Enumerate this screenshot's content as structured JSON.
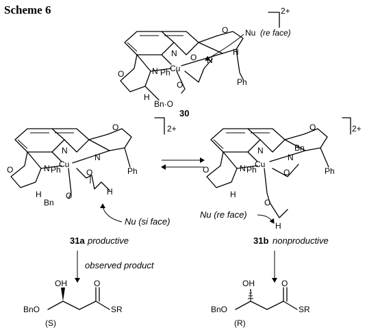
{
  "scheme": {
    "title": "Scheme 6",
    "complex30": {
      "number": "30",
      "charge": "2+",
      "nucleophile": "Nu",
      "face": "(re face)",
      "atoms": {
        "N1": "N",
        "N2": "N",
        "N3": "N",
        "Cu": "Cu",
        "O1": "O",
        "O2": "O",
        "O3": "O",
        "O4": "O",
        "Ph1": "Ph",
        "Ph2": "Ph",
        "BnO": "Bn·O",
        "H1": "H",
        "H2": "H"
      }
    },
    "complex31a": {
      "number": "31a",
      "descriptor": "productive",
      "charge": "2+",
      "nucleophile": "Nu (si face)",
      "atoms": {
        "N1": "N",
        "N2": "N",
        "N3": "N",
        "Cu": "Cu",
        "O1": "O",
        "O2": "O",
        "O3": "O",
        "O4": "O",
        "Ph1": "Ph",
        "Ph2": "Ph",
        "Bn": "Bn",
        "H1": "H",
        "H2": "H"
      }
    },
    "complex31b": {
      "number": "31b",
      "descriptor": "nonproductive",
      "charge": "2+",
      "nucleophile": "Nu (re face)",
      "atoms": {
        "N1": "N",
        "N2": "N",
        "N3": "N",
        "Cu": "Cu",
        "O1": "O",
        "O2": "O",
        "O3": "O",
        "O4": "O",
        "Ph1": "Ph",
        "Ph2": "Ph",
        "Bn": "Bn",
        "H1": "H",
        "H2": "H"
      }
    },
    "arrow_left_label": "observed product",
    "productS": {
      "bno": "BnO",
      "oh": "OH",
      "o": "O",
      "sr": "SR",
      "config": "(S)"
    },
    "productR": {
      "bno": "BnO",
      "oh": "OH",
      "o": "O",
      "sr": "SR",
      "config": "(R)"
    }
  }
}
